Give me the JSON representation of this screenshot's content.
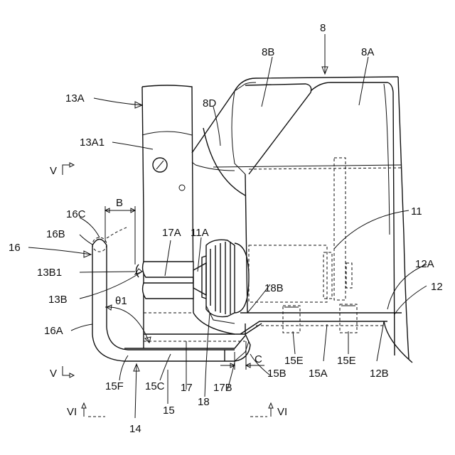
{
  "labels": {
    "l8": "8",
    "l8A": "8A",
    "l8B": "8B",
    "l8D": "8D",
    "l11": "11",
    "l11A": "11A",
    "l12": "12",
    "l12A": "12A",
    "l12B": "12B",
    "l13A": "13A",
    "l13A1": "13A1",
    "l13B": "13B",
    "l13B1": "13B1",
    "l14": "14",
    "l15": "15",
    "l15A": "15A",
    "l15B": "15B",
    "l15C": "15C",
    "l15E_1": "15E",
    "l15E_2": "15E",
    "l15F": "15F",
    "l16": "16",
    "l16A": "16A",
    "l16B": "16B",
    "l16C": "16C",
    "l17": "17",
    "l17A": "17A",
    "l17B": "17B",
    "l18": "18",
    "l18B": "18B",
    "lB": "B",
    "lC": "C",
    "ltheta": "θ1",
    "lV_top": "V",
    "lV_bot": "V",
    "lVI_left": "VI",
    "lVI_right": "VI"
  }
}
